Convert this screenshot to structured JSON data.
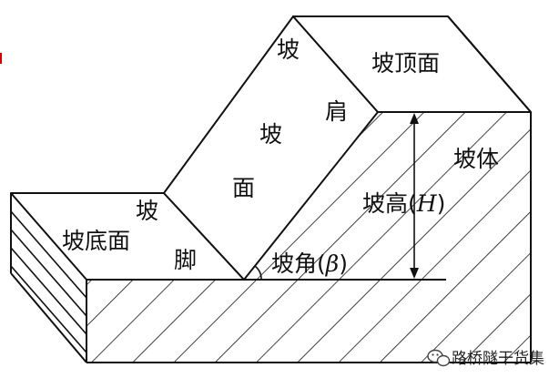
{
  "labels": {
    "slope_crest_char": "坡",
    "slope_top": "坡顶面",
    "shoulder_char": "肩",
    "slope_face_char1": "坡",
    "slope_face_char2": "面",
    "slope_body": "坡体",
    "height_prefix": "坡高(",
    "height_symbol": "H",
    "height_suffix": ")",
    "toe_char1": "坡",
    "toe_char2": "脚",
    "bottom_face": "坡底面",
    "angle_prefix": "坡角(",
    "angle_symbol": "β",
    "angle_suffix": ")"
  },
  "watermark": {
    "text": "路桥隧干货集",
    "icon": "wechat-icon"
  },
  "colors": {
    "line": "#111111",
    "background": "#ffffff",
    "accent_mark": "#cc0000"
  }
}
